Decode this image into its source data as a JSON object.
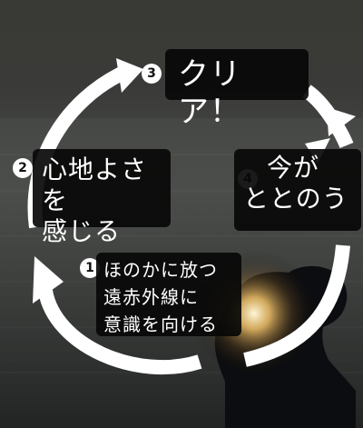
{
  "steps": [
    {
      "number": "1",
      "lines": [
        "ほのかに放つ",
        "遠赤外線に",
        "意識を向ける"
      ]
    },
    {
      "number": "2",
      "lines": [
        "心地よさを",
        "感じる"
      ]
    },
    {
      "number": "3",
      "lines": [
        "クリア！"
      ]
    },
    {
      "number": "4",
      "lines": [
        "今が",
        "ととのう"
      ]
    }
  ]
}
